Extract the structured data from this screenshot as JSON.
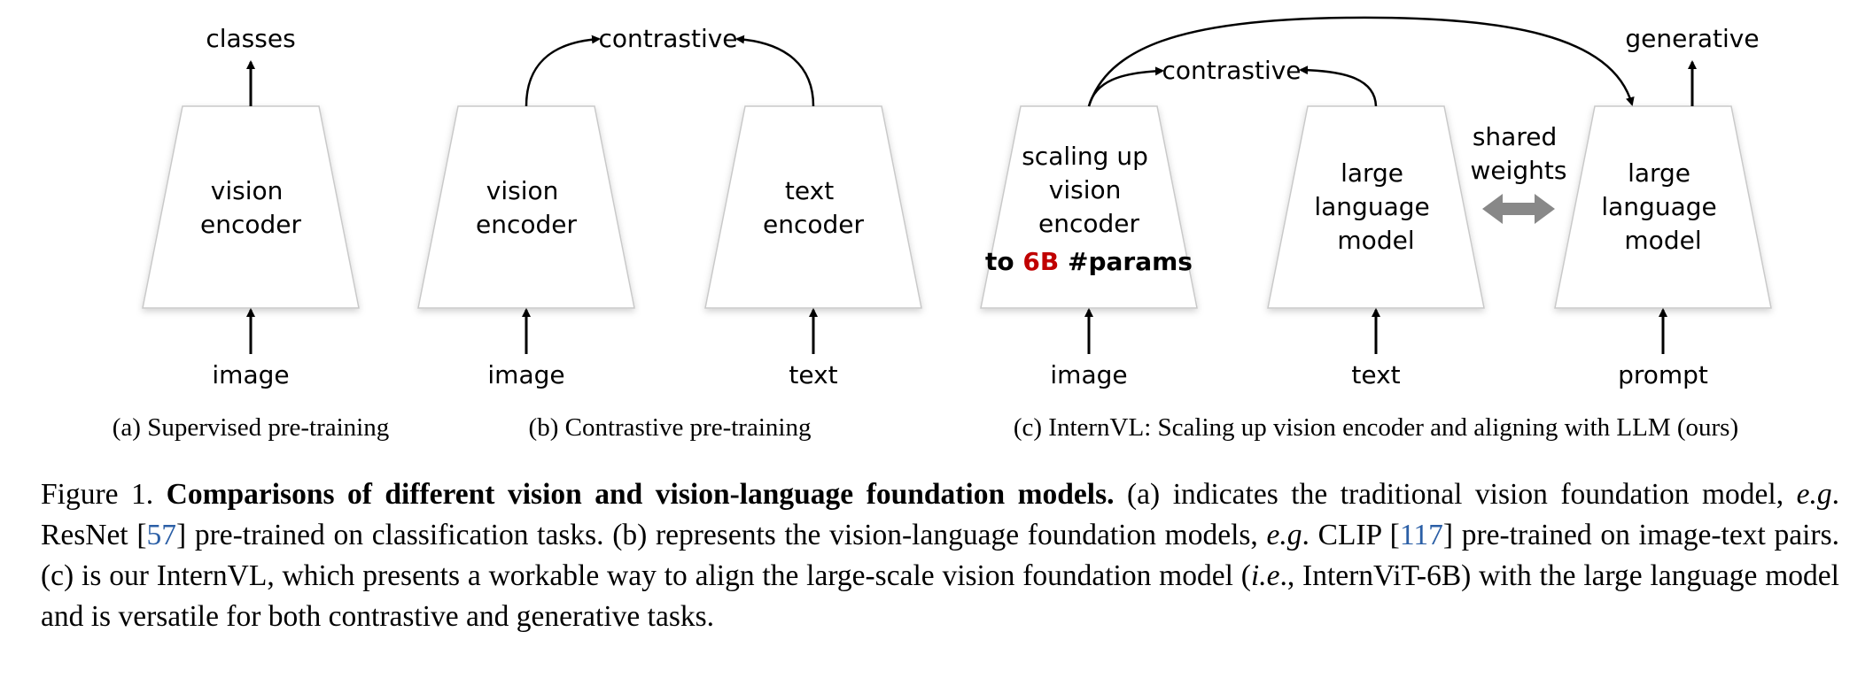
{
  "colors": {
    "accent_red": "#c00000",
    "citation_blue": "#2b5fa6",
    "shared_arrow": "#888888"
  },
  "panel_a": {
    "encoder": [
      "vision",
      "encoder"
    ],
    "input": "image",
    "output": "classes",
    "subtitle": "(a) Supervised pre-training"
  },
  "panel_b": {
    "vision_encoder": [
      "vision",
      "encoder"
    ],
    "text_encoder": [
      "text",
      "encoder"
    ],
    "vision_input": "image",
    "text_input": "text",
    "objective": "contrastive",
    "subtitle": "(b) Contrastive pre-training"
  },
  "panel_c": {
    "vision_encoder": [
      "scaling up",
      "vision",
      "encoder"
    ],
    "scale_prefix": "to ",
    "scale_value": "6B",
    "scale_suffix": " #params",
    "llm_left": [
      "large",
      "language",
      "model"
    ],
    "llm_right": [
      "large",
      "language",
      "model"
    ],
    "shared": [
      "shared",
      "weights"
    ],
    "vision_input": "image",
    "text_input": "text",
    "prompt_input": "prompt",
    "contrastive": "contrastive",
    "generative": "generative",
    "subtitle": "(c) InternVL: Scaling up vision encoder and aligning with LLM (ours)"
  },
  "caption": {
    "figure_label": "Figure 1.",
    "bold_title": "Comparisons of different vision and vision-language foundation models.",
    "s1": " (a) indicates the traditional vision foundation model, ",
    "eg1": "e.g",
    "s2": ". ResNet [",
    "ref1": "57",
    "s3": "] pre-trained on classification tasks. (b) represents the vision-language foundation models, ",
    "eg2": "e.g",
    "s4": ". CLIP [",
    "ref2": "117",
    "s5": "] pre-trained on image-text pairs. (c) is our InternVL, which presents a workable way to align the large-scale vision foundation model (",
    "ie": "i.e",
    "s6": "., InternViT-6B) with the large language model and is versatile for both contrastive and generative tasks."
  }
}
